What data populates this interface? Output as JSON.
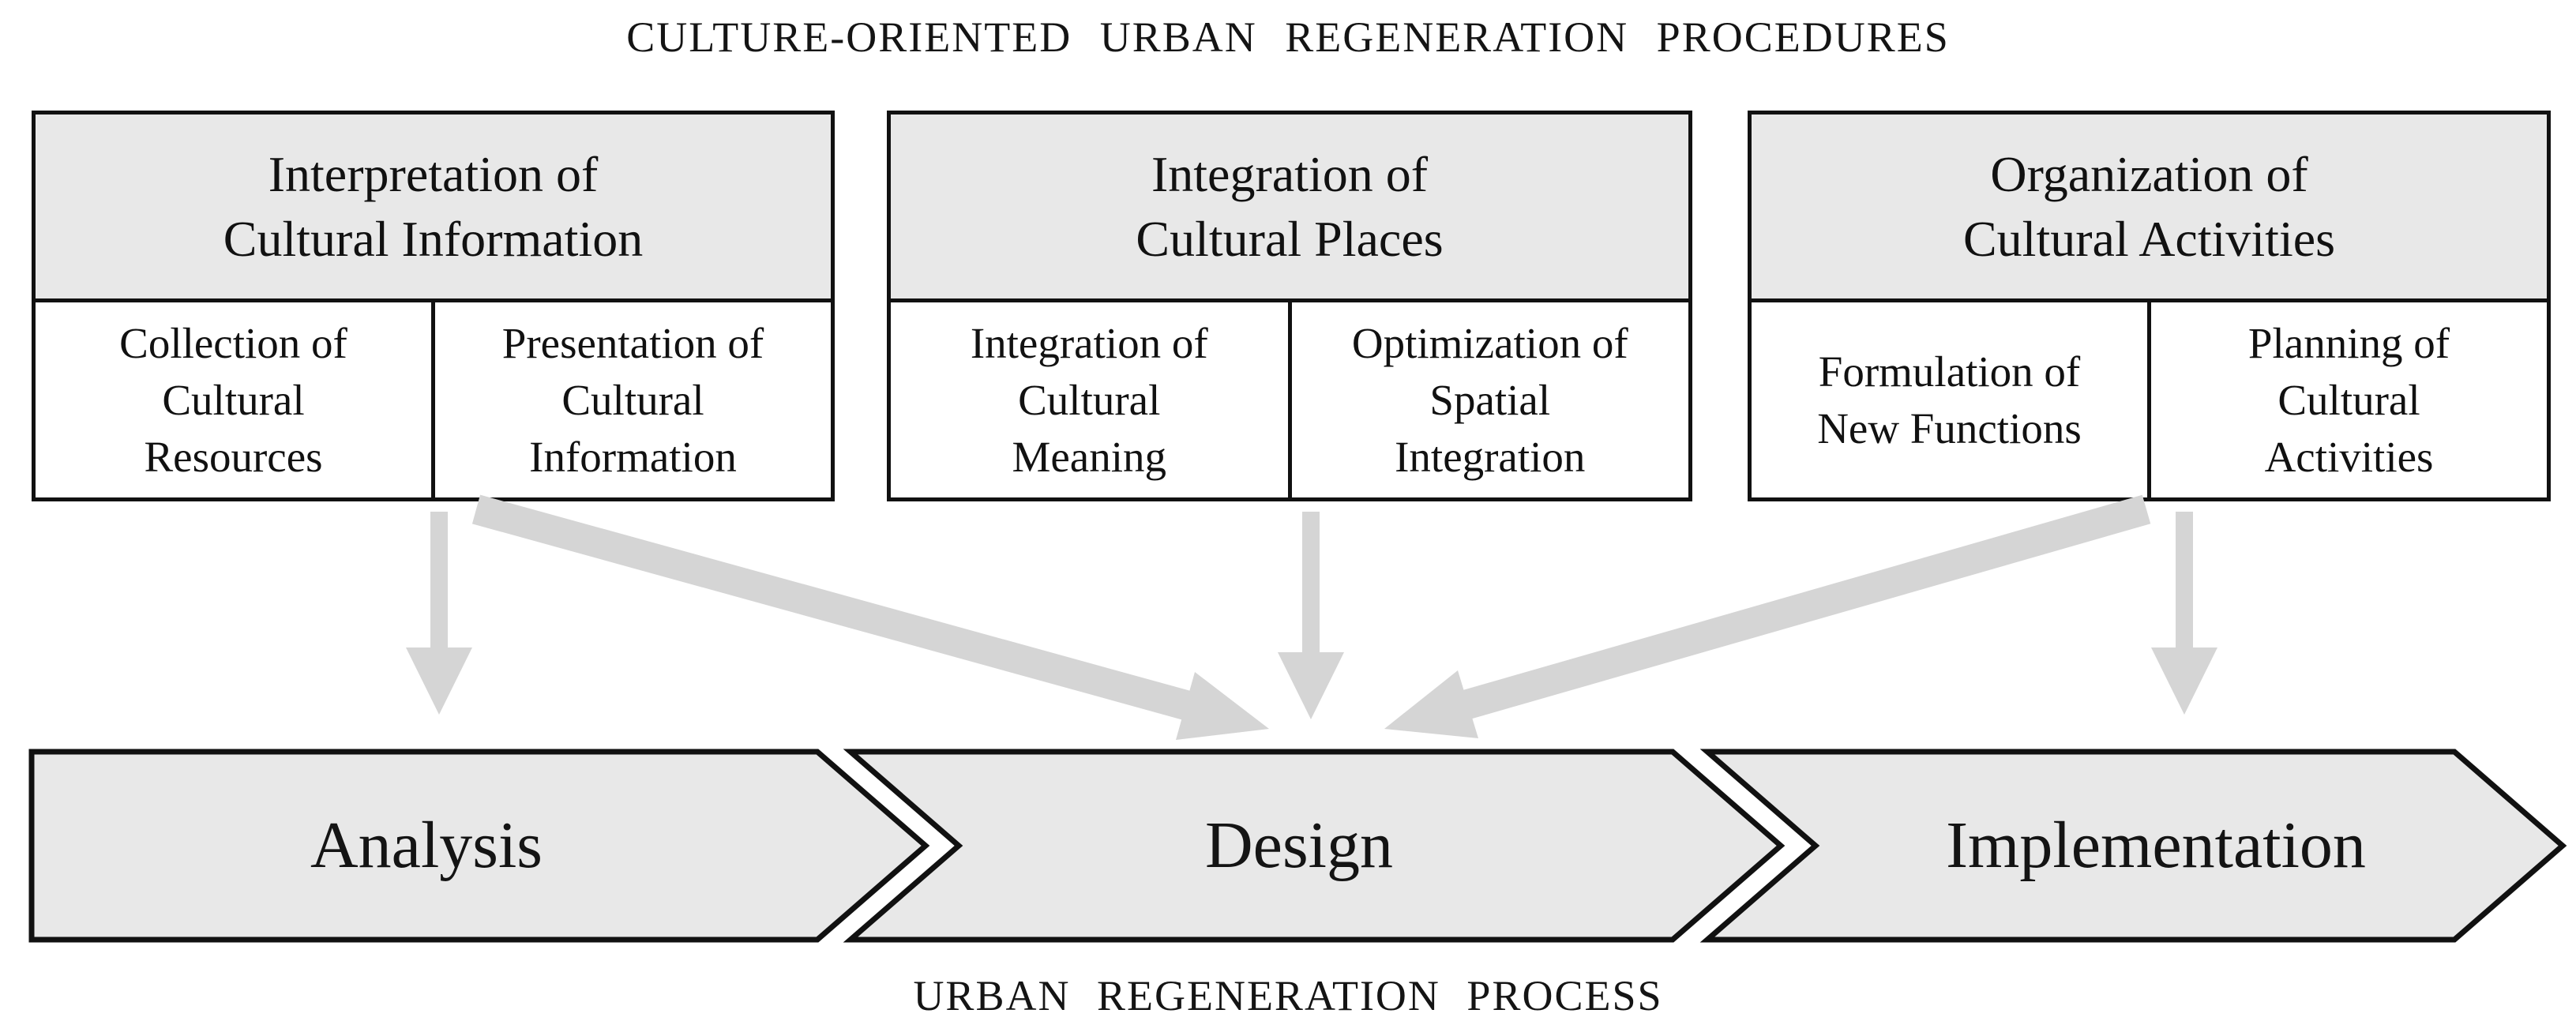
{
  "title": "CULTURE-ORIENTED URBAN REGENERATION PROCEDURES",
  "procedures": [
    {
      "header": "Interpretation of\nCultural Information",
      "cells": [
        "Collection of\nCultural\nResources",
        "Presentation of\nCultural\nInformation"
      ]
    },
    {
      "header": "Integration of\nCultural Places",
      "cells": [
        "Integration of\nCultural\nMeaning",
        "Optimization of\nSpatial\nIntegration"
      ]
    },
    {
      "header": "Organization of\nCultural Activities",
      "cells": [
        "Formulation of\nNew Functions",
        "Planning of\nCultural\nActivities"
      ]
    }
  ],
  "process": {
    "label": "URBAN REGENERATION PROCESS",
    "phases": [
      "Analysis",
      "Design",
      "Implementation"
    ]
  },
  "colors": {
    "box_fill": "#e8e8e8",
    "chevron_fill": "#e8e8e8",
    "arrow": "#d5d5d5",
    "border": "#111111"
  }
}
